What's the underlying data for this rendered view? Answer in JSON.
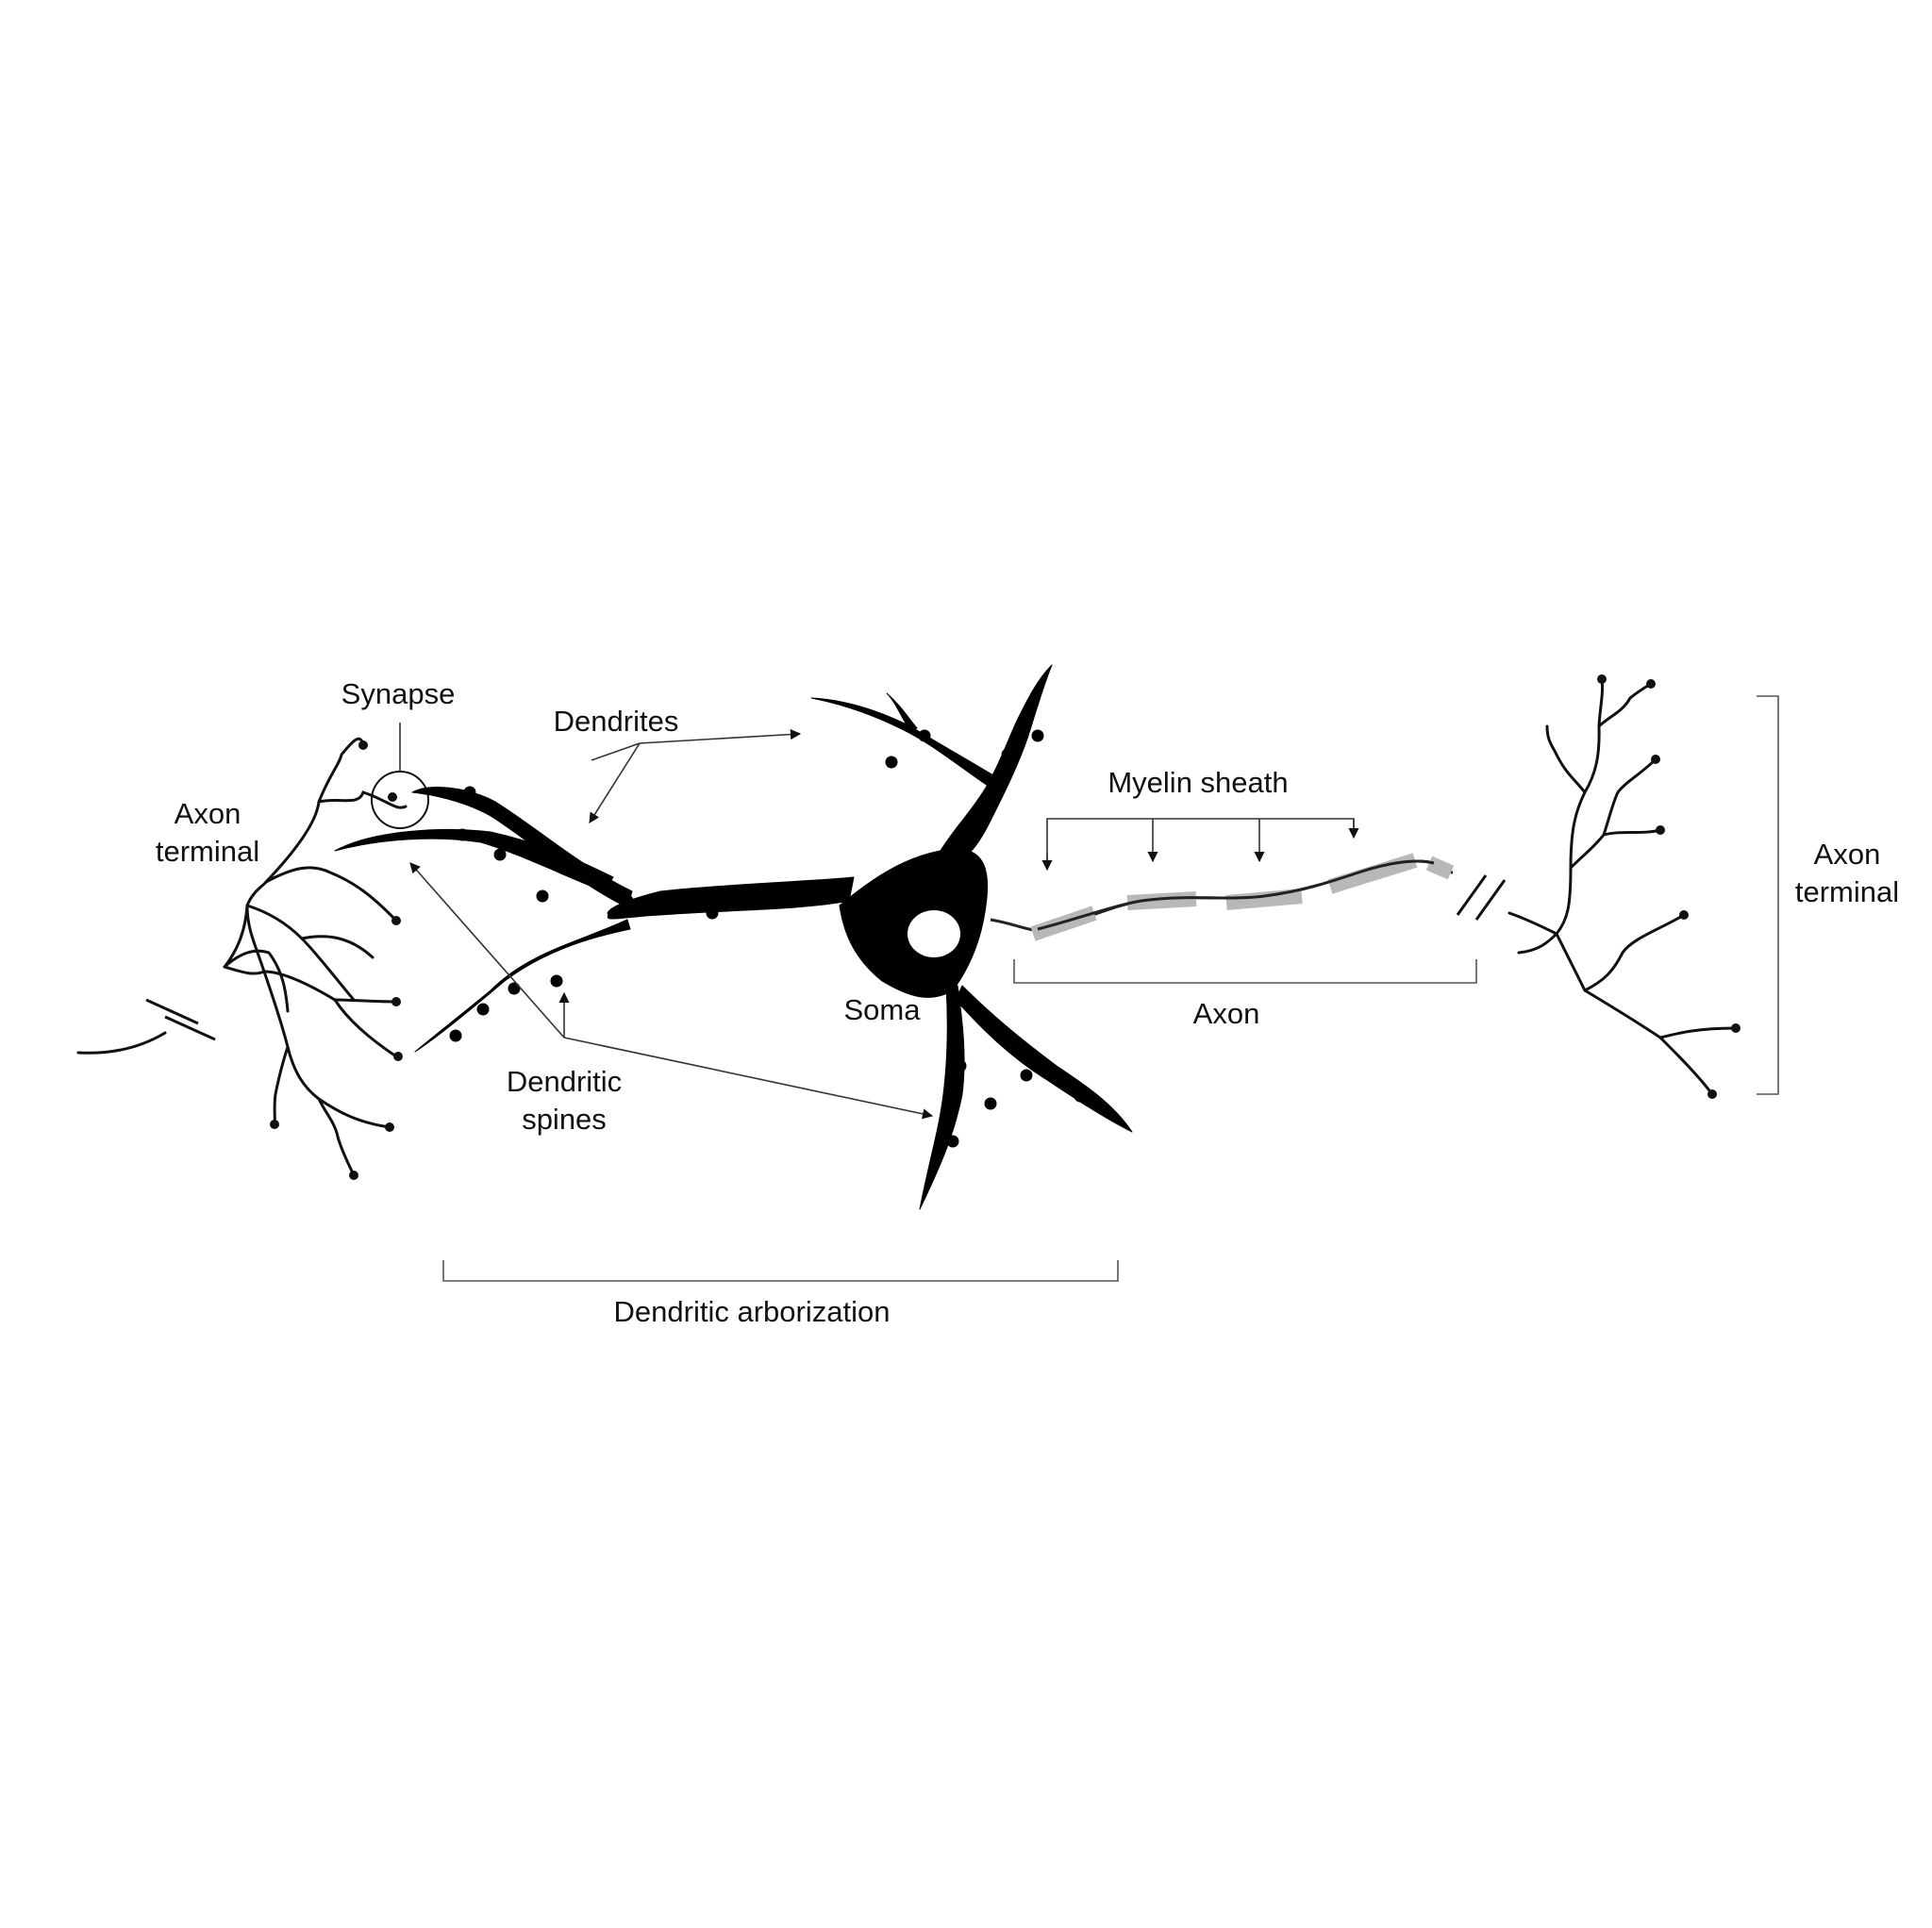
{
  "labels": {
    "synapse": "Synapse",
    "dendrites": "Dendrites",
    "axon_terminal_left": [
      "Axon",
      "terminal"
    ],
    "myelin_sheath": "Myelin sheath",
    "axon_terminal_right": [
      "Axon",
      "terminal"
    ],
    "soma": "Soma",
    "axon": "Axon",
    "dendritic_spines": [
      "Dendritic",
      "spines"
    ],
    "dendritic_arborization": "Dendritic arborization"
  },
  "colors": {
    "ink": "#111111",
    "cell": "#000000",
    "myelin": "#b8b8b8",
    "bracket": "#555555"
  }
}
